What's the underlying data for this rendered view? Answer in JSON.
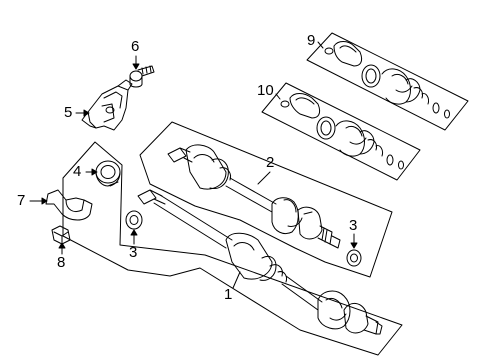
{
  "callouts": {
    "c1": "1",
    "c2": "2",
    "c3a": "3",
    "c3b": "3",
    "c4": "4",
    "c5": "5",
    "c6": "6",
    "c7": "7",
    "c8": "8",
    "c9": "9",
    "c10": "10"
  }
}
